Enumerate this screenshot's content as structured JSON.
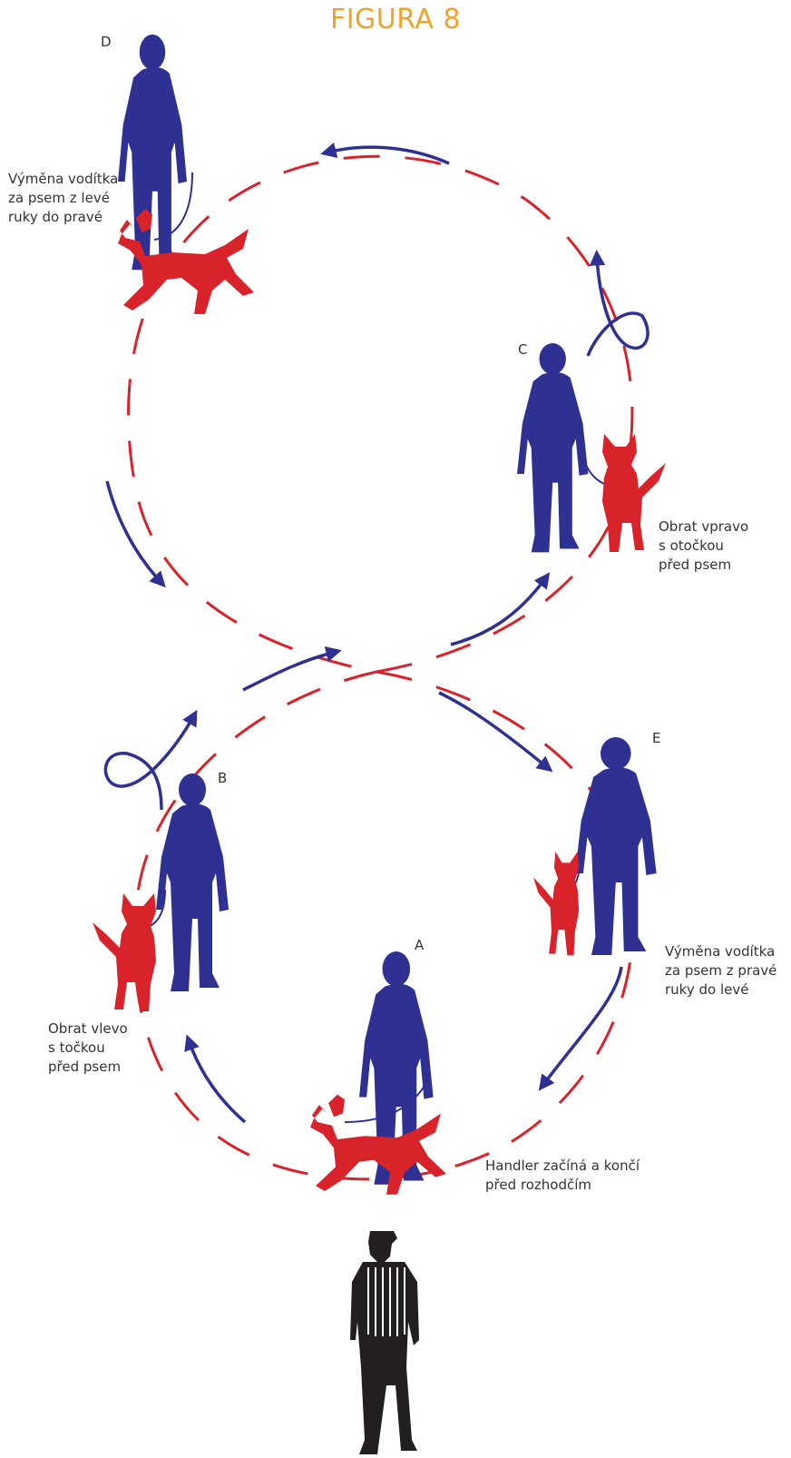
{
  "title": "FIGURA 8",
  "colors": {
    "title": "#f0a22a",
    "handler": "#2e3192",
    "dog": "#d8232a",
    "path": "#d8232a",
    "arrow": "#2e3192",
    "judge": "#231f20"
  },
  "stations": {
    "A": {
      "letter": "A",
      "note": [
        "Handler začíná a končí",
        "před rozhodčím"
      ]
    },
    "B": {
      "letter": "B",
      "note": [
        "Obrat vlevo",
        "s točkou",
        "před psem"
      ]
    },
    "C": {
      "letter": "C",
      "note": [
        "Obrat vpravo",
        "s otočkou",
        "před psem"
      ]
    },
    "D": {
      "letter": "D",
      "note": [
        "Výměna vodítka",
        "za psem z levé",
        "ruky do pravé"
      ]
    },
    "E": {
      "letter": "E",
      "note": [
        "Výměna vodítka",
        "za psem z pravé",
        "ruky do levé"
      ]
    }
  },
  "icons": {
    "handler": "person-silhouette-icon",
    "dog": "dog-silhouette-icon",
    "judge": "judge-silhouette-icon",
    "arrow": "direction-arrow-icon"
  }
}
